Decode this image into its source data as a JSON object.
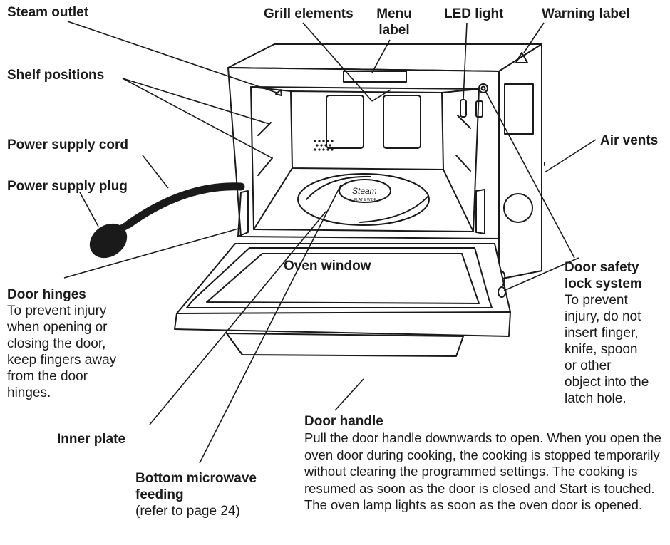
{
  "labels": {
    "steam_outlet": "Steam outlet",
    "grill_elements": "Grill elements",
    "menu_label": "Menu label",
    "led_light": "LED light",
    "warning_label": "Warning label",
    "shelf_positions": "Shelf positions",
    "power_supply_cord": "Power supply cord",
    "air_vents": "Air vents",
    "power_supply_plug": "Power supply plug",
    "door_safety_lock": {
      "title": "Door safety lock system",
      "text": "To prevent injury, do not insert finger, knife, spoon or other object into the latch hole."
    },
    "door_hinges": {
      "title": "Door hinges",
      "text": "To prevent injury when opening or closing the door, keep fingers away from the door hinges."
    },
    "oven_window": "Oven window",
    "door_handle": {
      "title": "Door handle",
      "text": "Pull the door handle downwards to open. When you open the oven door during cooking, the cooking is stopped temporarily without clearing the programmed settings. The cooking is resumed as soon as the door is closed and Start is touched. The oven lamp lights as soon as the oven door is opened."
    },
    "inner_plate": "Inner plate",
    "bottom_microwave_feeding": {
      "title": "Bottom microwave feeding",
      "text": "(refer to page 24)"
    }
  },
  "plate_logo": {
    "brand": "Steam",
    "sub": "FLAT & WIDE"
  }
}
